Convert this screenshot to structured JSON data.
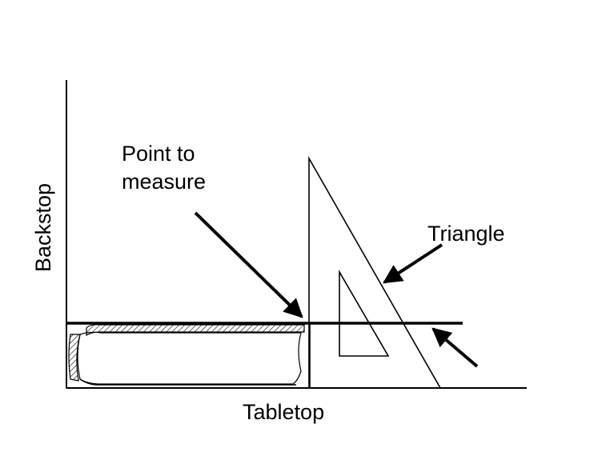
{
  "labels": {
    "point_to_measure_line1": "Point to",
    "point_to_measure_line2": "measure",
    "triangle": "Triangle",
    "tabletop": "Tabletop",
    "backstop": "Backstop"
  },
  "colors": {
    "ink": "#000000",
    "background": "#ffffff"
  }
}
